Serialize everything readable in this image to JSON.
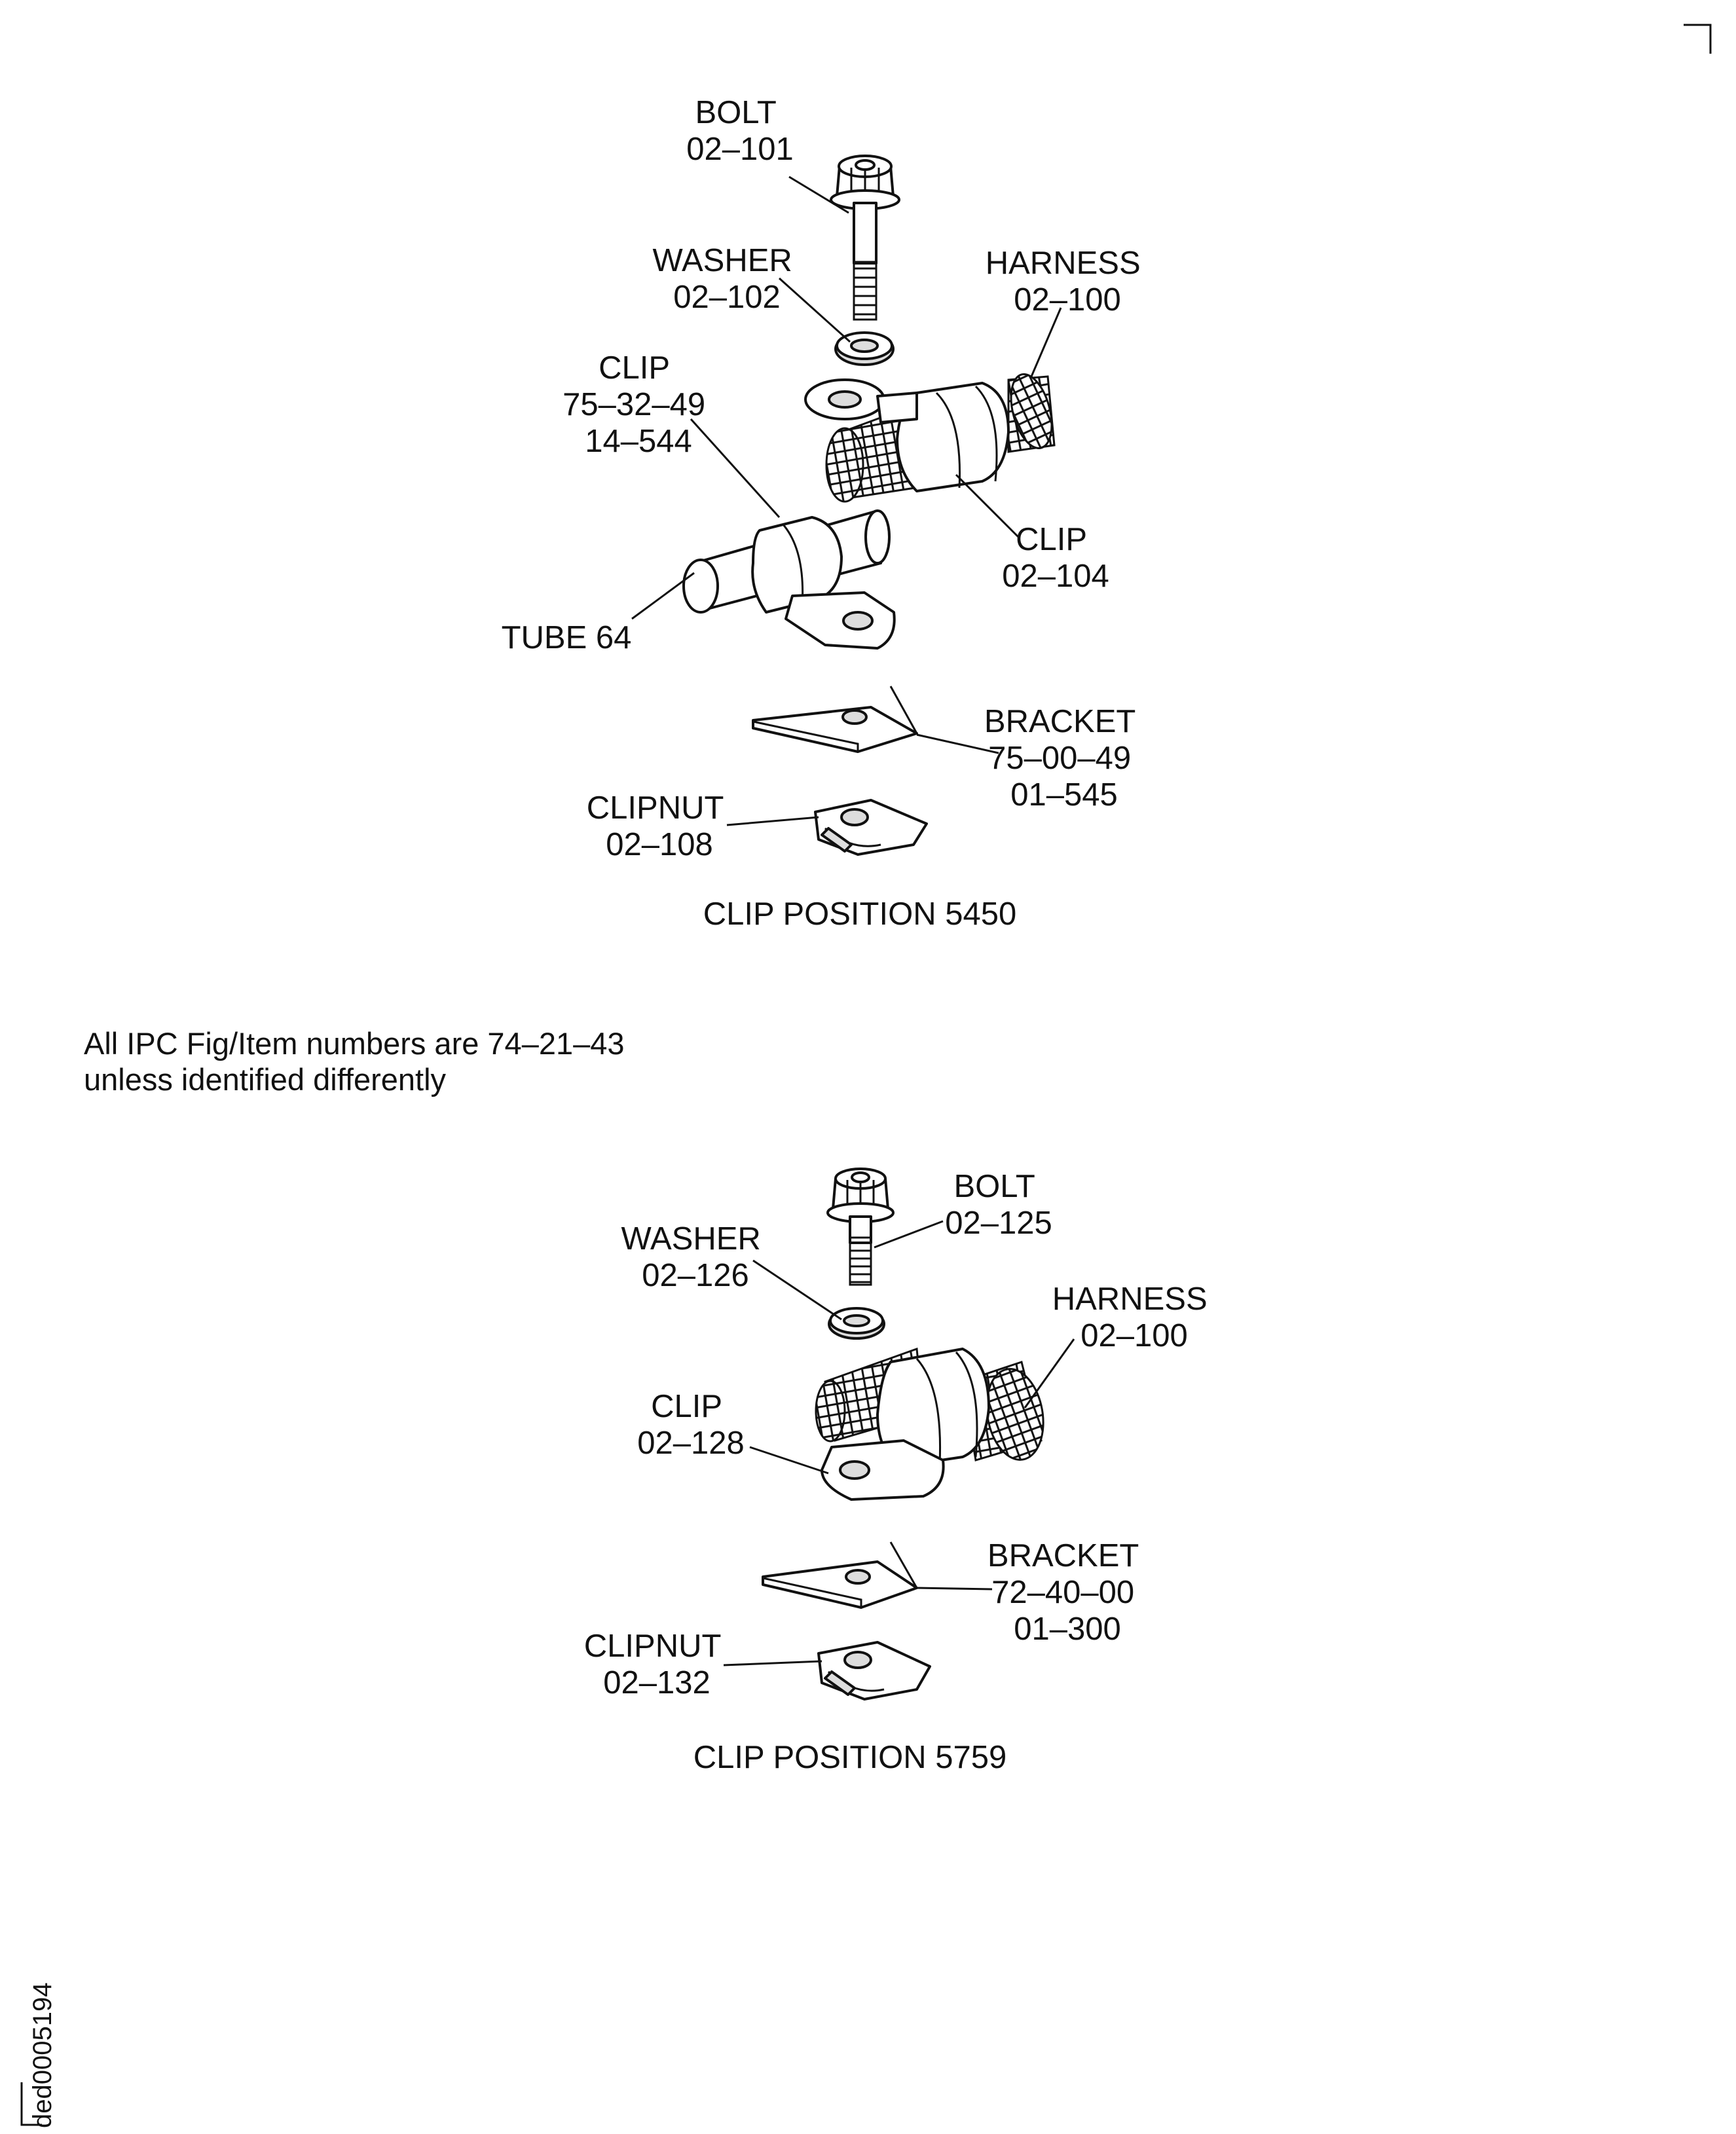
{
  "figure": {
    "top": {
      "caption": "CLIP POSITION 5450",
      "labels": {
        "bolt": [
          "BOLT",
          "02–101"
        ],
        "washer": [
          "WASHER",
          "02–102"
        ],
        "harness": [
          "HARNESS",
          "02–100"
        ],
        "clip_tube": [
          "CLIP",
          "75–32–49",
          "14–544"
        ],
        "clip_harness": [
          "CLIP",
          "02–104"
        ],
        "tube": [
          "TUBE 64"
        ],
        "bracket": [
          "BRACKET",
          "75–00–49",
          "01–545"
        ],
        "clipnut": [
          "CLIPNUT",
          "02–108"
        ]
      }
    },
    "bottom": {
      "caption": "CLIP POSITION 5759",
      "labels": {
        "bolt": [
          "BOLT",
          "02–125"
        ],
        "washer": [
          "WASHER",
          "02–126"
        ],
        "harness": [
          "HARNESS",
          "02–100"
        ],
        "clip": [
          "CLIP",
          "02–128"
        ],
        "bracket": [
          "BRACKET",
          "72–40–00",
          "01–300"
        ],
        "clipnut": [
          "CLIPNUT",
          "02–132"
        ]
      }
    },
    "note": [
      "All IPC Fig/Item numbers are 74–21–43",
      "unless identified differently"
    ],
    "drawing_code": "ded0005194"
  }
}
